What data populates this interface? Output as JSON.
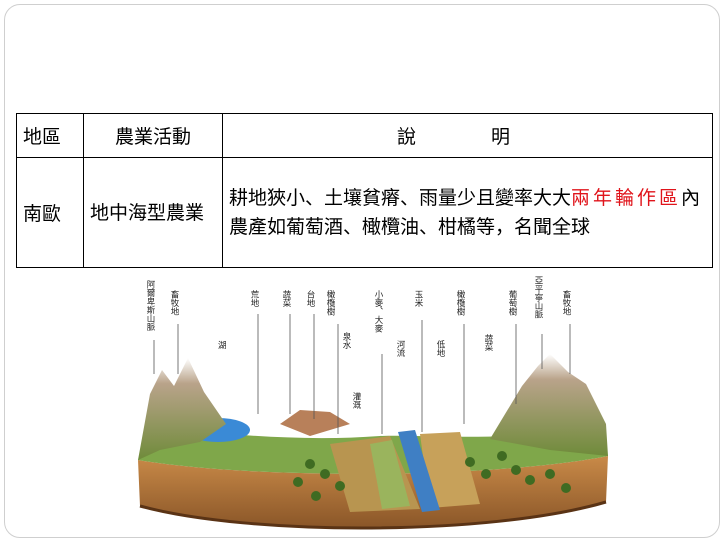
{
  "table": {
    "headers": [
      "地區",
      "農業活動",
      "說　明"
    ],
    "row": {
      "region": "南歐",
      "activity": "地中海型農業",
      "desc_part1": "耕地狹小、土壤貧瘠、雨量少且變率大大",
      "desc_highlight": "兩年輪作區",
      "desc_part2": "內農產如葡萄酒、橄欖油、柑橘等，名聞全球"
    },
    "highlight_color": "#e0141b"
  },
  "diagram": {
    "labels": [
      "阿爾卑斯山脈",
      "畜牧地",
      "湖",
      "荒地",
      "蔬菜",
      "台地",
      "橄欖樹",
      "泉水",
      "灌溉",
      "小麥、大麥",
      "河流",
      "玉米",
      "低地",
      "橄欖樹",
      "蔬菜",
      "葡萄樹",
      "亞平寧山脈",
      "畜牧地"
    ]
  }
}
